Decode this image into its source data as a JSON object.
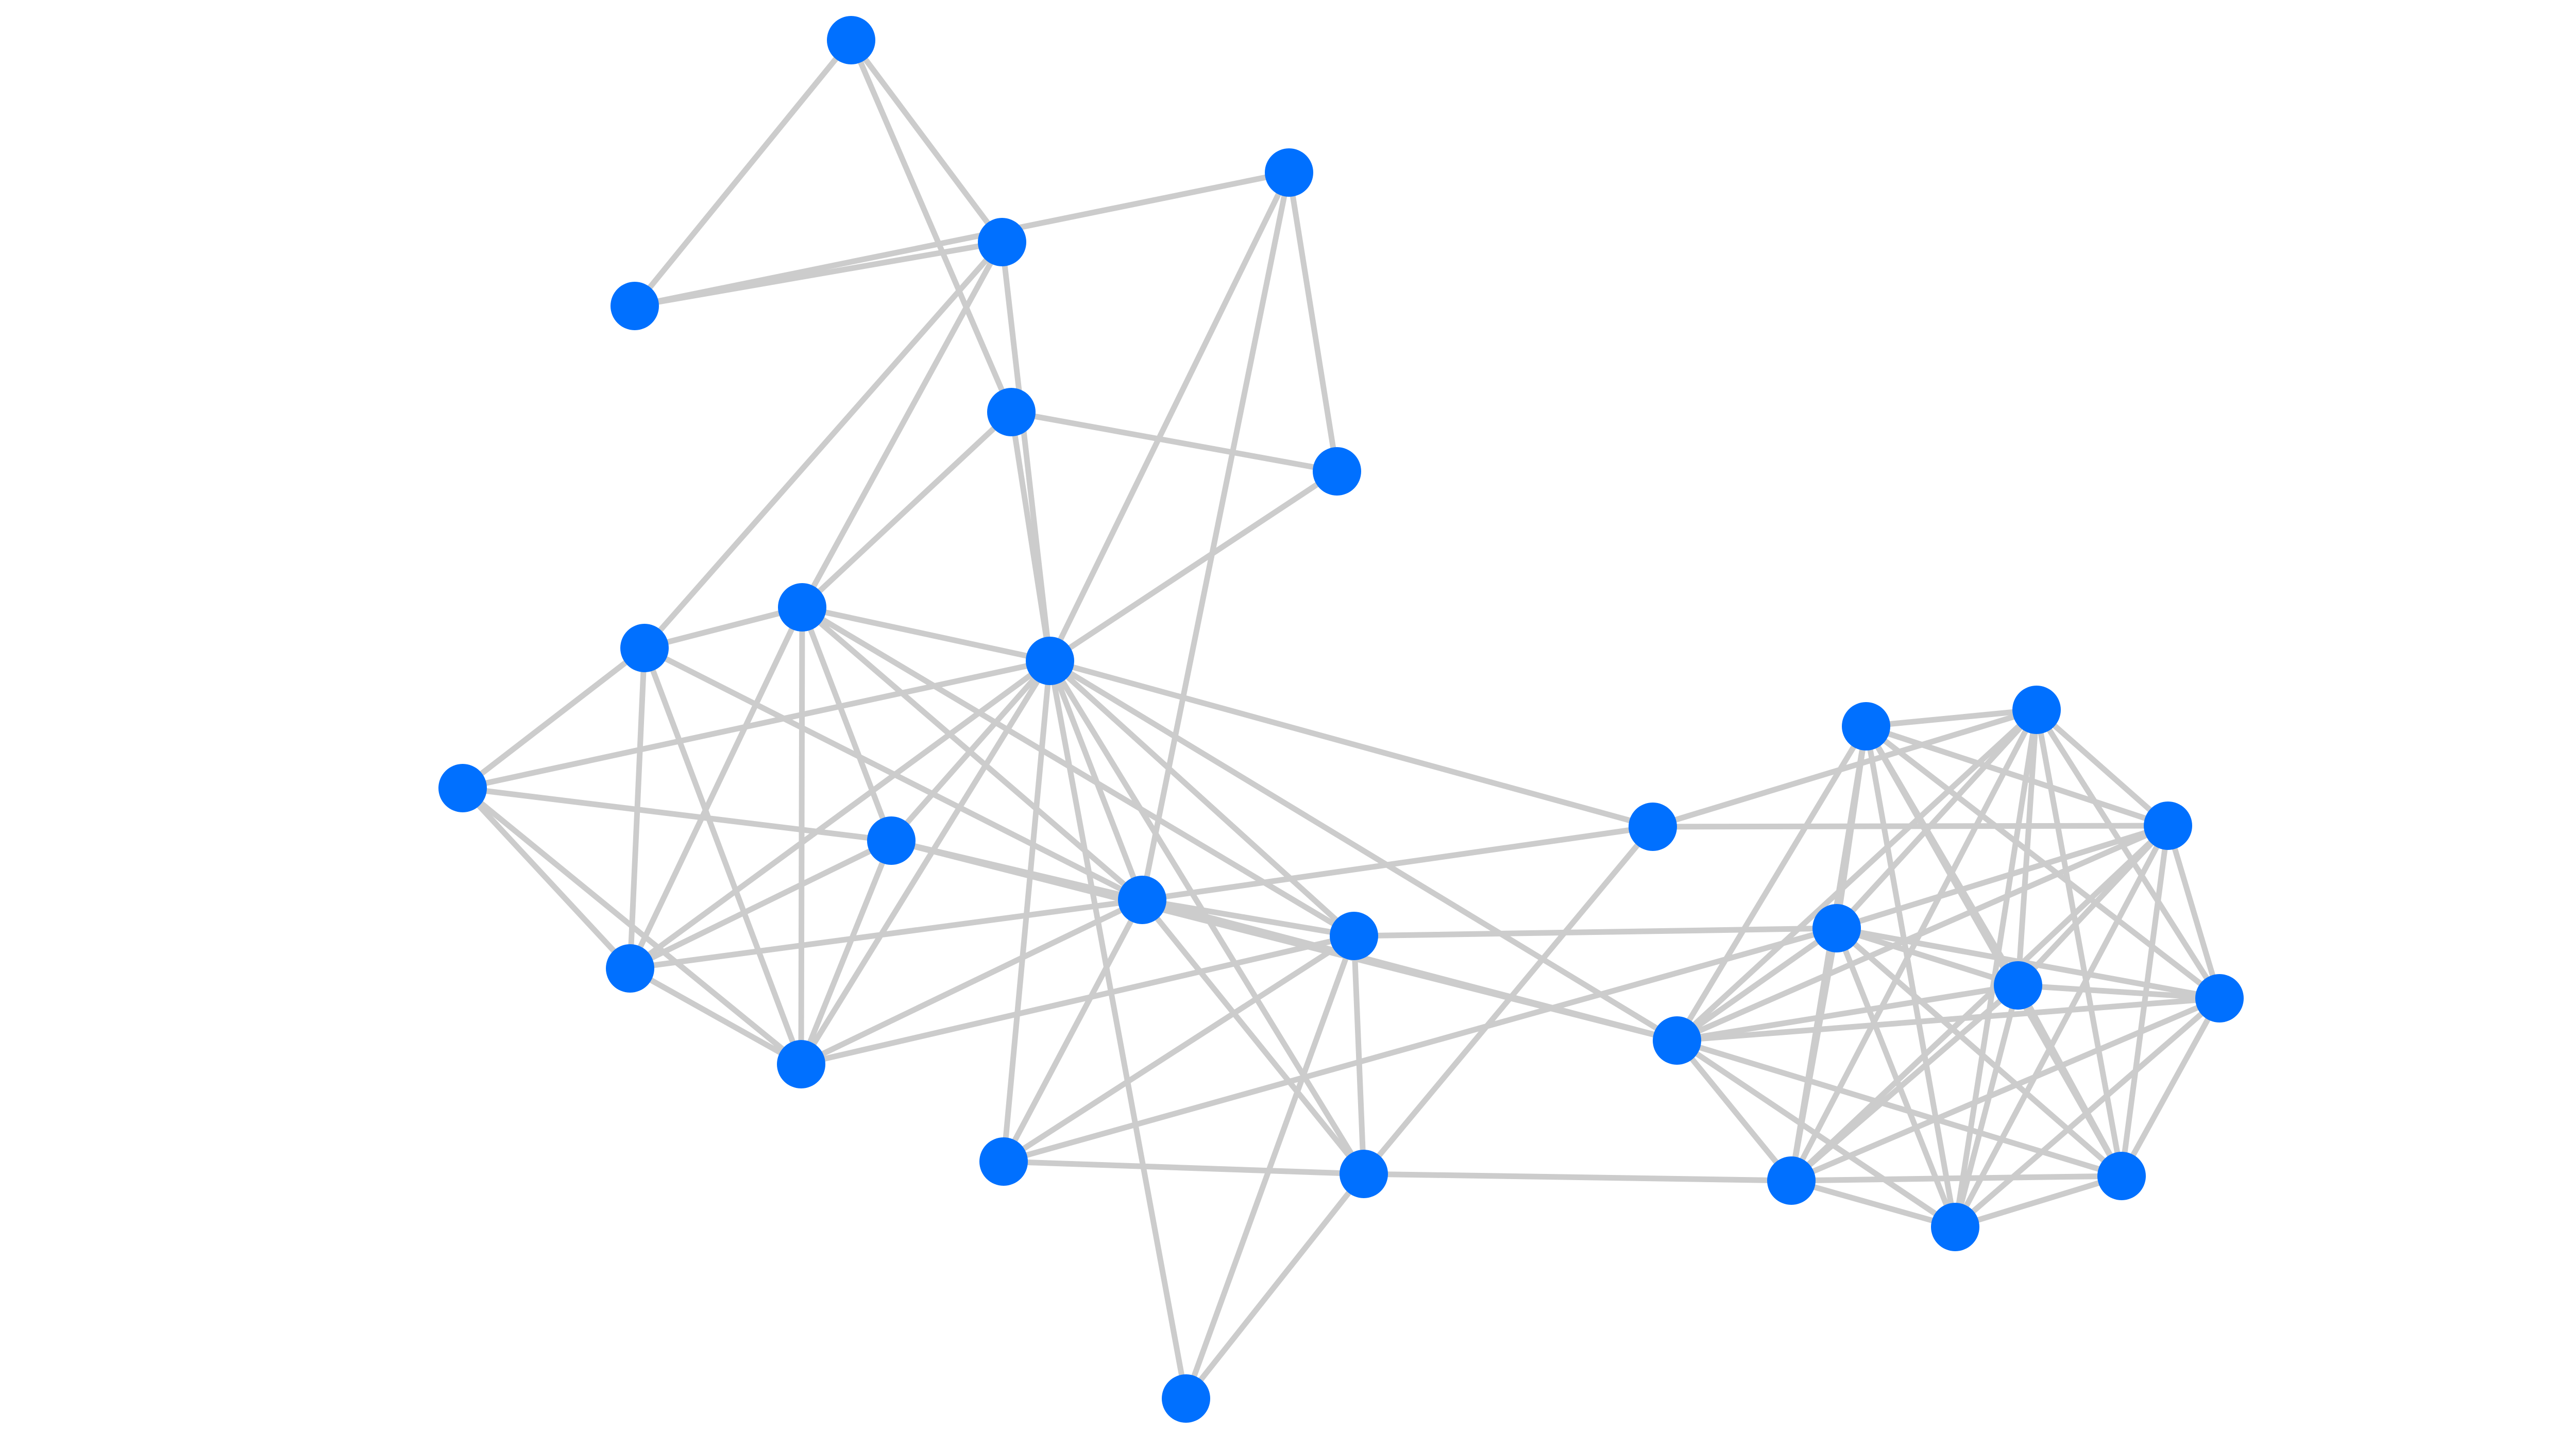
{
  "graph": {
    "type": "network",
    "labels_shown": false,
    "colors": {
      "node": "#0070ff",
      "edge": "#cccccc",
      "background": "#ffffff"
    },
    "nodes": [
      {
        "id": "n0"
      },
      {
        "id": "n1"
      },
      {
        "id": "n2"
      },
      {
        "id": "n3"
      },
      {
        "id": "n4"
      },
      {
        "id": "n5"
      },
      {
        "id": "n6"
      },
      {
        "id": "n7"
      },
      {
        "id": "n8"
      },
      {
        "id": "n9"
      },
      {
        "id": "n10"
      },
      {
        "id": "n11"
      },
      {
        "id": "n12"
      },
      {
        "id": "n13"
      },
      {
        "id": "n14"
      },
      {
        "id": "n15"
      },
      {
        "id": "n16"
      },
      {
        "id": "n17"
      },
      {
        "id": "n18"
      },
      {
        "id": "n19"
      },
      {
        "id": "n20"
      },
      {
        "id": "n21"
      },
      {
        "id": "n22"
      },
      {
        "id": "n23"
      },
      {
        "id": "n24"
      },
      {
        "id": "n25"
      },
      {
        "id": "n26"
      },
      {
        "id": "n27"
      }
    ],
    "edges": [
      [
        "n0",
        "n1"
      ],
      [
        "n0",
        "n2"
      ],
      [
        "n0",
        "n3"
      ],
      [
        "n1",
        "n2"
      ],
      [
        "n1",
        "n5"
      ],
      [
        "n2",
        "n8"
      ],
      [
        "n2",
        "n6"
      ],
      [
        "n2",
        "n9"
      ],
      [
        "n3",
        "n4"
      ],
      [
        "n3",
        "n8"
      ],
      [
        "n3",
        "n9"
      ],
      [
        "n4",
        "n8"
      ],
      [
        "n4",
        "n5"
      ],
      [
        "n5",
        "n8"
      ],
      [
        "n5",
        "n13"
      ],
      [
        "n6",
        "n7"
      ],
      [
        "n6",
        "n9"
      ],
      [
        "n6",
        "n10"
      ],
      [
        "n6",
        "n11"
      ],
      [
        "n6",
        "n13"
      ],
      [
        "n7",
        "n8"
      ],
      [
        "n7",
        "n11"
      ],
      [
        "n7",
        "n10"
      ],
      [
        "n7",
        "n12"
      ],
      [
        "n8",
        "n9"
      ],
      [
        "n8",
        "n10"
      ],
      [
        "n8",
        "n11"
      ],
      [
        "n8",
        "n12"
      ],
      [
        "n8",
        "n13"
      ],
      [
        "n8",
        "n14"
      ],
      [
        "n8",
        "n15"
      ],
      [
        "n8",
        "n16"
      ],
      [
        "n8",
        "n17"
      ],
      [
        "n8",
        "n18"
      ],
      [
        "n8",
        "n19"
      ],
      [
        "n9",
        "n10"
      ],
      [
        "n9",
        "n11"
      ],
      [
        "n9",
        "n13"
      ],
      [
        "n9",
        "n14"
      ],
      [
        "n9",
        "n12"
      ],
      [
        "n10",
        "n11"
      ],
      [
        "n10",
        "n13"
      ],
      [
        "n10",
        "n12"
      ],
      [
        "n11",
        "n13"
      ],
      [
        "n11",
        "n14"
      ],
      [
        "n11",
        "n12"
      ],
      [
        "n12",
        "n13"
      ],
      [
        "n12",
        "n19"
      ],
      [
        "n13",
        "n14"
      ],
      [
        "n13",
        "n15"
      ],
      [
        "n13",
        "n16"
      ],
      [
        "n13",
        "n18"
      ],
      [
        "n13",
        "n19"
      ],
      [
        "n14",
        "n16"
      ],
      [
        "n14",
        "n17"
      ],
      [
        "n14",
        "n20"
      ],
      [
        "n14",
        "n15"
      ],
      [
        "n15",
        "n16"
      ],
      [
        "n15",
        "n20"
      ],
      [
        "n16",
        "n17"
      ],
      [
        "n16",
        "n22"
      ],
      [
        "n16",
        "n18"
      ],
      [
        "n18",
        "n23"
      ],
      [
        "n18",
        "n24"
      ],
      [
        "n20",
        "n21"
      ],
      [
        "n20",
        "n22"
      ],
      [
        "n20",
        "n23"
      ],
      [
        "n20",
        "n24"
      ],
      [
        "n20",
        "n25"
      ],
      [
        "n20",
        "n26"
      ],
      [
        "n20",
        "n27"
      ],
      [
        "n20",
        "n19"
      ],
      [
        "n19",
        "n23"
      ],
      [
        "n19",
        "n24"
      ],
      [
        "n19",
        "n25"
      ],
      [
        "n19",
        "n26"
      ],
      [
        "n19",
        "n27"
      ],
      [
        "n19",
        "n21"
      ],
      [
        "n19",
        "n22"
      ],
      [
        "n21",
        "n22"
      ],
      [
        "n21",
        "n23"
      ],
      [
        "n21",
        "n24"
      ],
      [
        "n21",
        "n25"
      ],
      [
        "n21",
        "n26"
      ],
      [
        "n21",
        "n27"
      ],
      [
        "n22",
        "n23"
      ],
      [
        "n22",
        "n24"
      ],
      [
        "n22",
        "n25"
      ],
      [
        "n22",
        "n26"
      ],
      [
        "n22",
        "n27"
      ],
      [
        "n23",
        "n24"
      ],
      [
        "n23",
        "n25"
      ],
      [
        "n23",
        "n26"
      ],
      [
        "n23",
        "n27"
      ],
      [
        "n24",
        "n25"
      ],
      [
        "n24",
        "n26"
      ],
      [
        "n24",
        "n27"
      ],
      [
        "n25",
        "n26"
      ],
      [
        "n25",
        "n27"
      ],
      [
        "n26",
        "n27"
      ]
    ]
  }
}
